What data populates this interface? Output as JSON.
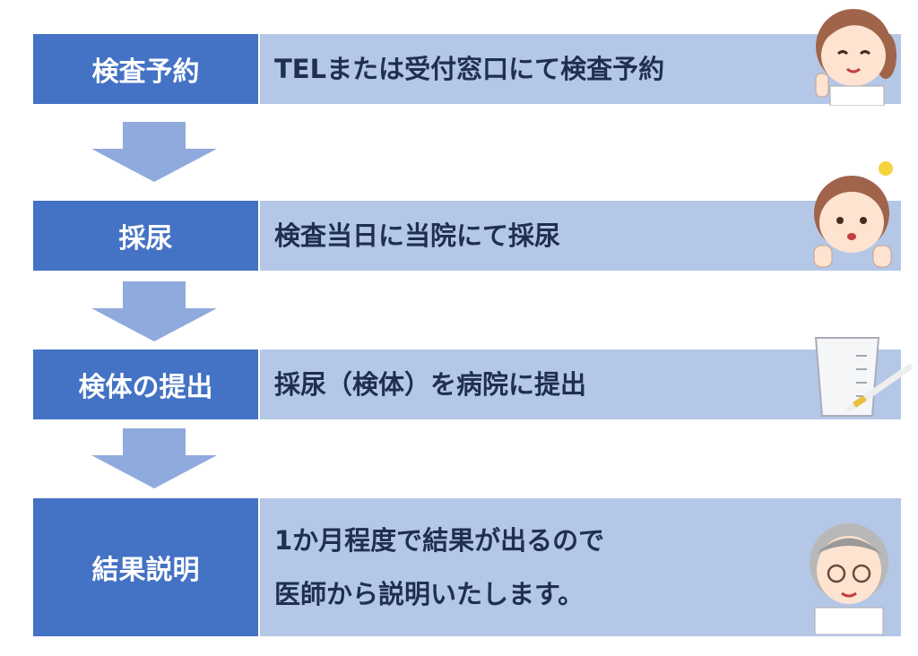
{
  "steps": [
    {
      "title": "検査予約",
      "desc": [
        "TELまたは受付窓口にて検査予約"
      ]
    },
    {
      "title": "採尿",
      "desc": [
        "検査当日に当院にて採尿"
      ]
    },
    {
      "title": "検体の提出",
      "desc": [
        "採尿（検体）を病院に提出"
      ]
    },
    {
      "title": "結果説明",
      "desc": [
        "1か月程度で結果が出るので",
        "医師から説明いたします。"
      ]
    }
  ],
  "colors": {
    "dark": "#4472c4",
    "light": "#b4c7e7",
    "arrow": "#8faadc"
  }
}
